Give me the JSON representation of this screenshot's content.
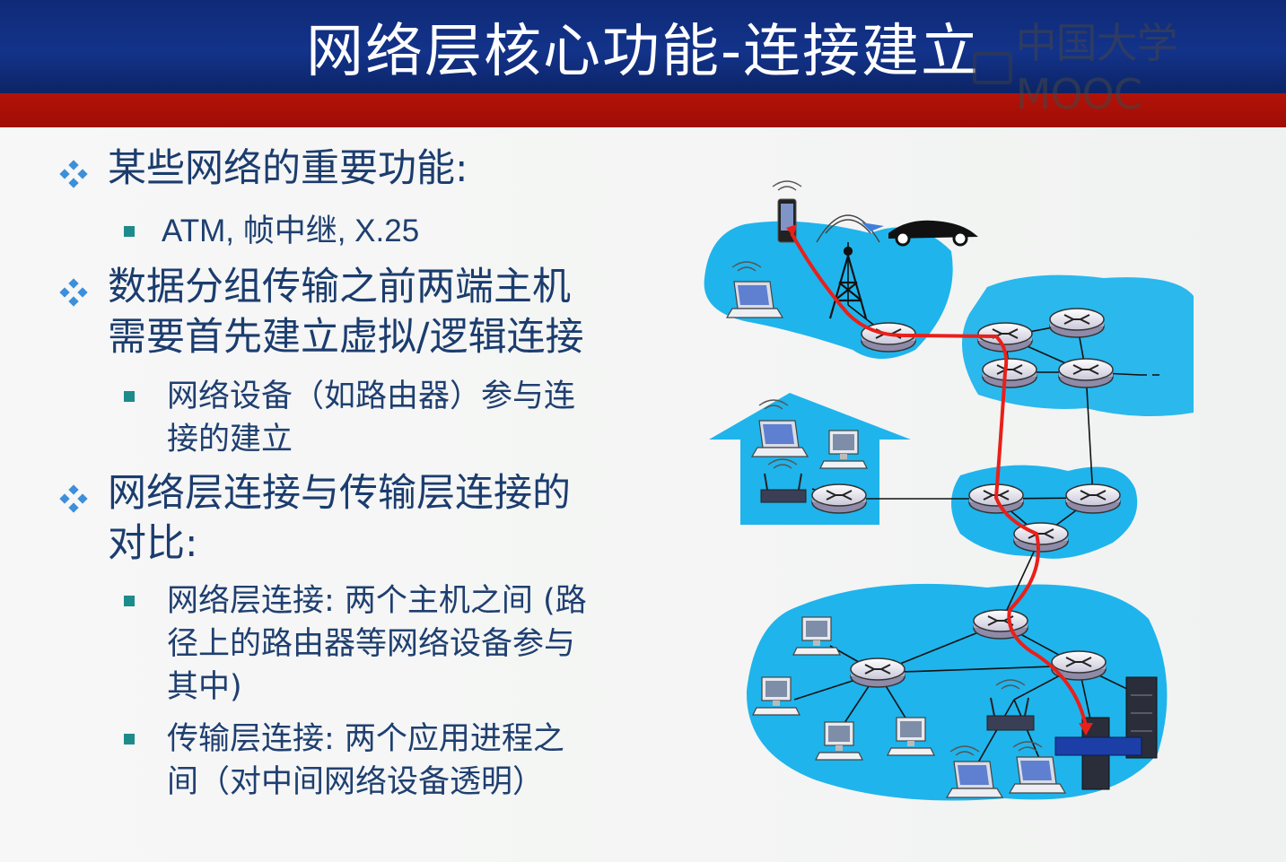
{
  "slide": {
    "title": "网络层核心功能-连接建立",
    "watermark": "中国大学MOOC"
  },
  "bullets": [
    {
      "level": 1,
      "lines": [
        "某些网络的重要功能:"
      ]
    },
    {
      "level": 2,
      "lines": [
        "ATM, 帧中继, X.25"
      ]
    },
    {
      "level": 1,
      "lines": [
        "数据分组传输之前两端主机",
        "需要首先建立虚拟/逻辑连接"
      ]
    },
    {
      "level": 2,
      "lines": [
        "网络设备（如路由器）参与连",
        "接的建立"
      ]
    },
    {
      "level": 1,
      "lines": [
        "网络层连接与传输层连接的",
        "对比:"
      ]
    },
    {
      "level": 2,
      "lines": [
        "网络层连接: 两个主机之间 (路",
        "径上的路由器等网络设备参与",
        "其中)"
      ]
    },
    {
      "level": 2,
      "lines": [
        "传输层连接: 两个应用进程之",
        "间（对中间网络设备透明）"
      ]
    }
  ],
  "colors": {
    "title_bg": "#13338a",
    "accent_red": "#a50f06",
    "cloud": "#1fb4ec",
    "path": "#e8201a",
    "text": "#1b3c6e"
  },
  "icons": [
    "diamond-bullet-icon",
    "square-bullet-icon",
    "router-icon",
    "laptop-icon",
    "desktop-icon",
    "server-icon",
    "cell-tower-icon",
    "phone-icon",
    "car-icon",
    "wifi-router-icon",
    "house-icon"
  ]
}
